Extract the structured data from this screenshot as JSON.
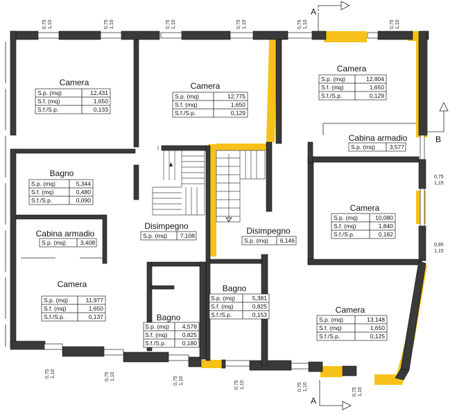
{
  "rooms": [
    {
      "name": "Camera",
      "sp": "12,431",
      "sf": "1,650",
      "ratio": "0,133"
    },
    {
      "name": "Camera",
      "sp": "12,775",
      "sf": "1,650",
      "ratio": "0,129"
    },
    {
      "name": "Camera",
      "sp": "12,804",
      "sf": "1,650",
      "ratio": "0,129"
    },
    {
      "name": "Cabina armadio",
      "sp": "3,577"
    },
    {
      "name": "Bagno",
      "sp": "5,344",
      "sf": "0,480",
      "ratio": "0,090"
    },
    {
      "name": "Camera",
      "sp": "10,080",
      "sf": "1,840",
      "ratio": "0,182"
    },
    {
      "name": "Cabina armadio",
      "sp": "3,408"
    },
    {
      "name": "Disimpegno",
      "sp": "7,108"
    },
    {
      "name": "Disimpegno",
      "sp": "6,146"
    },
    {
      "name": "Camera",
      "sp": "11,977",
      "sf": "1,650",
      "ratio": "0,137"
    },
    {
      "name": "Bagno",
      "sp": "5,381",
      "sf": "0,825",
      "ratio": "0,153"
    },
    {
      "name": "Bagno",
      "sp": "4,578",
      "sf": "0,825",
      "ratio": "0,180"
    },
    {
      "name": "Camera",
      "sp": "13,148",
      "sf": "1,650",
      "ratio": "0,125"
    }
  ],
  "labels": {
    "sp": "S.p. (mq)",
    "sf": "S.f.   (mq)",
    "ratio": "S.f./S.p."
  },
  "dimensions": {
    "sill": "0,75",
    "height": "1,10",
    "right_sill_1": "0,75",
    "right_height_1": "1,15",
    "right_sill_2": "0,85",
    "right_height_2": "1,15"
  },
  "sections": {
    "a_top": "A",
    "a_bottom": "A",
    "b": "B"
  },
  "colors": {
    "highlight": "#f6c21a",
    "wall": "#3a3a3a"
  }
}
